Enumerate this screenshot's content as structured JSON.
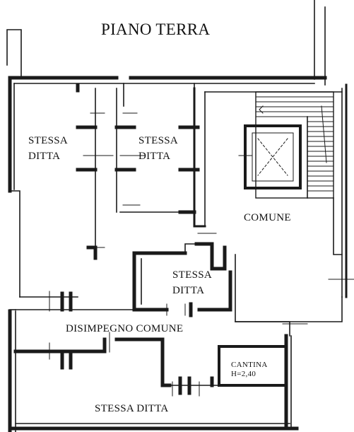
{
  "title": "PIANO TERRA",
  "rooms": {
    "left_upper": [
      "STESSA",
      "DITTA"
    ],
    "center_upper": [
      "STESSA",
      "DITTA"
    ],
    "common_right": "COMUNE",
    "center_lower": [
      "STESSA",
      "DITTA"
    ],
    "corridor": "DISIMPEGNO COMUNE",
    "cellar": [
      "CANTINA",
      "H=2,40"
    ],
    "bottom": "STESSA DITTA"
  },
  "colors": {
    "wall": "#1a1a1a",
    "background": "#ffffff",
    "text": "#111111"
  }
}
